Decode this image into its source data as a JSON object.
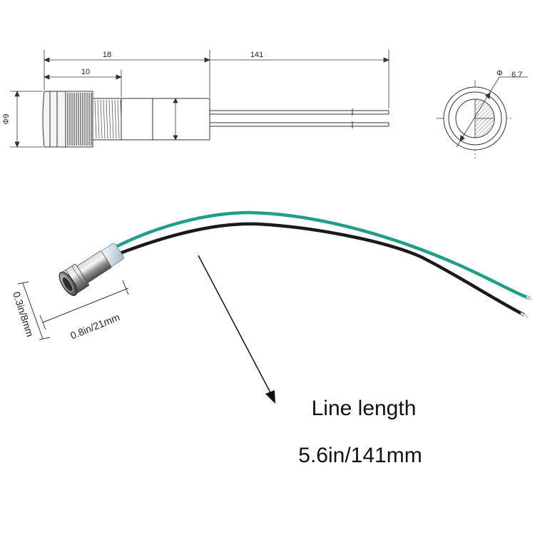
{
  "drawing": {
    "dim_overall_length": "18",
    "dim_nut_length": "10",
    "dim_wire_length": "141",
    "dim_diameter": "Φ9",
    "dim_lens_diameter_symbol": "Φ",
    "dim_lens_diameter_value": "6.7"
  },
  "photo": {
    "dim_diameter_label": "0.3in/8mm",
    "dim_length_label": "0.8in/21mm",
    "caption_line1": "Line length",
    "caption_line2": "5.6in/141mm"
  },
  "colors": {
    "line": "#333333",
    "wire_green": "#1f9e89",
    "wire_black": "#1a1a1a",
    "metal": "#9a9a9a"
  }
}
